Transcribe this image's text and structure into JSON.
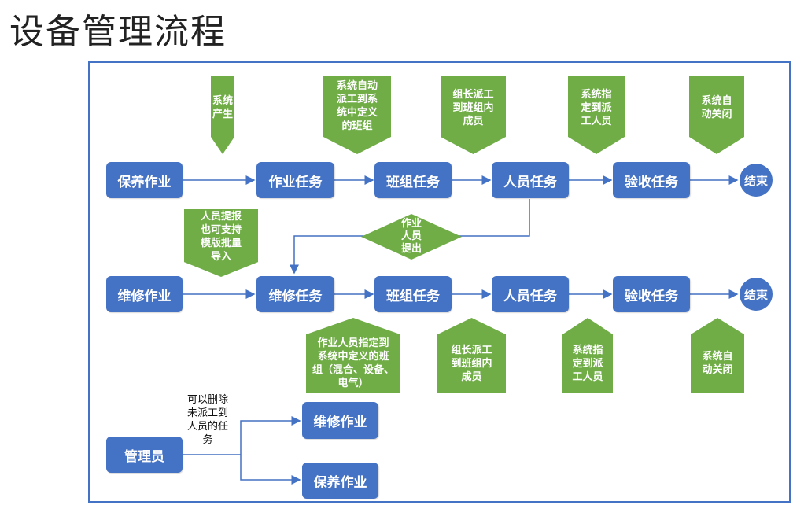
{
  "title": "设备管理流程",
  "row1": {
    "start": "保养作业",
    "steps": [
      "作业任务",
      "班组任务",
      "人员任务",
      "验收任务"
    ],
    "end": "结束",
    "callouts": [
      "系统\n产生",
      "系统自动\n派工到系\n统中定义\n的班组",
      "组长派工\n到班组内\n成员",
      "系统指\n定到派\n工人员",
      "系统自\n动关闭"
    ]
  },
  "row2": {
    "start": "维修作业",
    "steps": [
      "维修任务",
      "班组任务",
      "人员任务",
      "验收任务"
    ],
    "end": "结束",
    "top_callout": "人员提报\n也可支持\n模版批量\n导入",
    "callouts": [
      "作业人员指定到\n系统中定义的班\n组（混合、设备、\n电气）",
      "组长派工\n到班组内\n成员",
      "系统指\n定到派\n工人员",
      "系统自\n动关闭"
    ]
  },
  "diamond": "作业\n人员\n提出",
  "admin": {
    "label": "管理员",
    "note": "可以删除\n未派工到\n人员的任\n务",
    "targets": [
      "维修作业",
      "保养作业"
    ]
  },
  "colors": {
    "box": "#4472C4",
    "callout": "#70AD47",
    "line": "#4472C4"
  }
}
